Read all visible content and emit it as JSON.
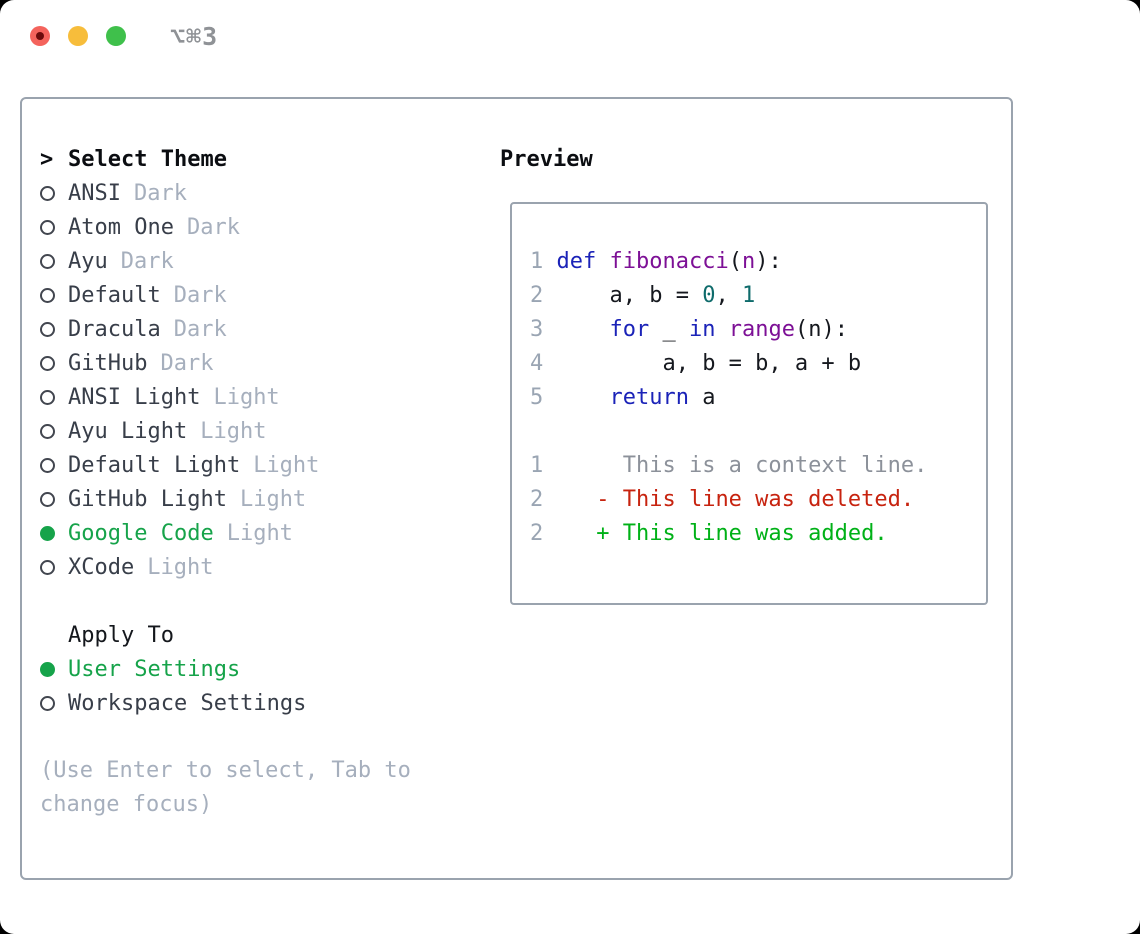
{
  "titlebar": {
    "shortcut": "⌥⌘3"
  },
  "theme_selector": {
    "cursor": ">",
    "header": "Select Theme",
    "items": [
      {
        "name": "ANSI",
        "tag": "Dark",
        "selected": false
      },
      {
        "name": "Atom One",
        "tag": "Dark",
        "selected": false
      },
      {
        "name": "Ayu",
        "tag": "Dark",
        "selected": false
      },
      {
        "name": "Default",
        "tag": "Dark",
        "selected": false
      },
      {
        "name": "Dracula",
        "tag": "Dark",
        "selected": false
      },
      {
        "name": "GitHub",
        "tag": "Dark",
        "selected": false
      },
      {
        "name": "ANSI Light",
        "tag": "Light",
        "selected": false
      },
      {
        "name": "Ayu Light",
        "tag": "Light",
        "selected": false
      },
      {
        "name": "Default Light",
        "tag": "Light",
        "selected": false
      },
      {
        "name": "GitHub Light",
        "tag": "Light",
        "selected": false
      },
      {
        "name": "Google Code",
        "tag": "Light",
        "selected": true
      },
      {
        "name": "XCode",
        "tag": "Light",
        "selected": false
      }
    ]
  },
  "apply_to": {
    "header": "Apply To",
    "items": [
      {
        "name": "User Settings",
        "selected": true
      },
      {
        "name": "Workspace Settings",
        "selected": false
      }
    ]
  },
  "hint_lines": [
    "(Use Enter to select, Tab to",
    "change focus)"
  ],
  "preview": {
    "header": "Preview",
    "code_lines": [
      {
        "num": "1",
        "segments": [
          {
            "text": "def ",
            "color": "keyword"
          },
          {
            "text": "fibonacci",
            "color": "function"
          },
          {
            "text": "(",
            "color": "plain"
          },
          {
            "text": "n",
            "color": "function"
          },
          {
            "text": "):",
            "color": "plain"
          }
        ]
      },
      {
        "num": "2",
        "segments": [
          {
            "text": "    a, b = ",
            "color": "plain"
          },
          {
            "text": "0",
            "color": "literal"
          },
          {
            "text": ", ",
            "color": "plain"
          },
          {
            "text": "1",
            "color": "literal"
          }
        ]
      },
      {
        "num": "3",
        "segments": [
          {
            "text": "    ",
            "color": "plain"
          },
          {
            "text": "for",
            "color": "keyword"
          },
          {
            "text": " _ ",
            "color": "plain"
          },
          {
            "text": "in",
            "color": "keyword"
          },
          {
            "text": " ",
            "color": "plain"
          },
          {
            "text": "range",
            "color": "function"
          },
          {
            "text": "(n):",
            "color": "plain"
          }
        ]
      },
      {
        "num": "4",
        "segments": [
          {
            "text": "        a, b = b, a + b",
            "color": "plain"
          }
        ]
      },
      {
        "num": "5",
        "segments": [
          {
            "text": "    ",
            "color": "plain"
          },
          {
            "text": "return",
            "color": "keyword"
          },
          {
            "text": " a",
            "color": "plain"
          }
        ]
      },
      {
        "num": "",
        "segments": []
      },
      {
        "num": "1",
        "segments": [
          {
            "text": "     This is a context line.",
            "color": "context"
          }
        ]
      },
      {
        "num": "2",
        "segments": [
          {
            "text": "   - This line was deleted.",
            "color": "deleted"
          }
        ]
      },
      {
        "num": "2",
        "segments": [
          {
            "text": "   + This line was added.",
            "color": "added"
          }
        ]
      }
    ],
    "colors": {
      "keyword": "#1b23b8",
      "function": "#7d1096",
      "literal": "#0e6b6b",
      "plain": "#15181e",
      "context": "#8c919a",
      "deleted": "#c7230f",
      "added": "#00b117",
      "line_number": "#9aa5b3"
    }
  },
  "colors": {
    "selected_green": "#16a34a",
    "muted": "#a6afbd",
    "item_text": "#383e49",
    "border": "#9aa3ae"
  }
}
